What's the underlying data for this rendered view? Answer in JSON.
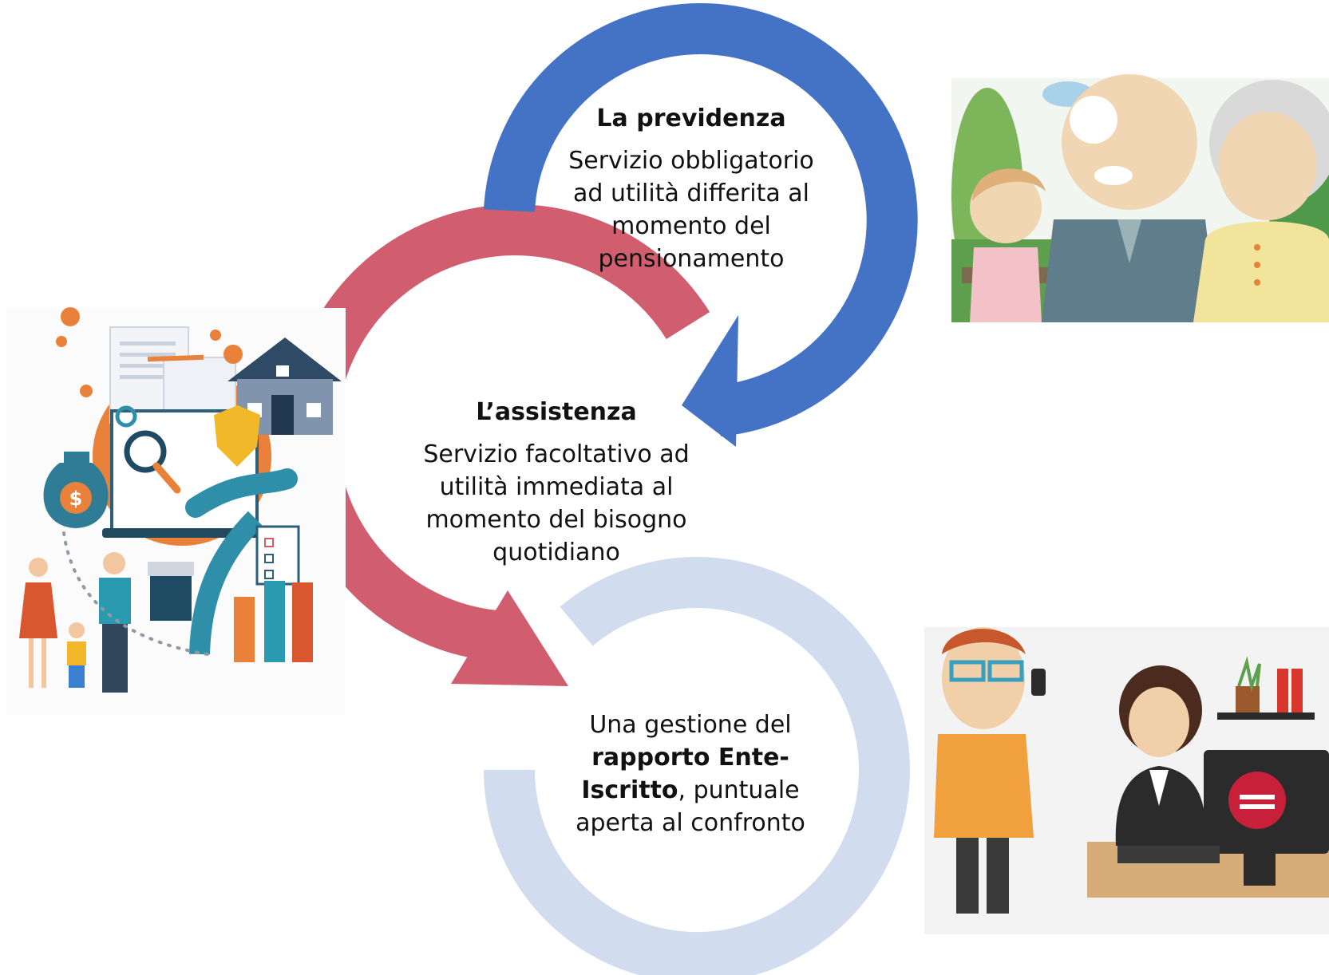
{
  "colors": {
    "previdenza": "#4472c4",
    "assistenza": "#d05e6f",
    "gestione": "#d2dcef"
  },
  "stages": {
    "previdenza": {
      "title": "La previdenza",
      "line1": "Servizio obbligatorio",
      "line2": "ad utilità differita al",
      "line3": "momento del",
      "line4": "pensionamento"
    },
    "assistenza": {
      "title": "L’assistenza",
      "line1": "Servizio facoltativo ad",
      "line2": "utilità immediata al",
      "line3": "momento del bisogno",
      "line4": "quotidiano"
    },
    "gestione": {
      "line1": "Una gestione del",
      "line2_bold": "rapporto Ente-",
      "line3_bold": "Iscritto",
      "line3_rest": ", puntuale",
      "line4": "aperta al confronto"
    }
  },
  "illustrations": {
    "left": "family-finance-illustration",
    "top_right": "grandparents-child-illustration",
    "bottom_right": "customer-service-illustration"
  }
}
